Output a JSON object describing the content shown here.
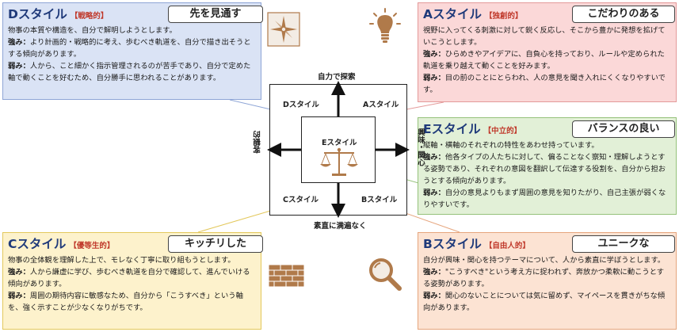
{
  "axes": {
    "top": "自力で探索",
    "bottom": "素直に満遍なく",
    "left": "客観的",
    "right": "興味・関心"
  },
  "quadrants": {
    "D": "Dスタイル",
    "A": "Aスタイル",
    "C": "Cスタイル",
    "B": "Bスタイル",
    "E": "Eスタイル"
  },
  "cards": {
    "D": {
      "letter": "D",
      "suffix": "スタイル",
      "tag": "【戦略的】",
      "keyword": "先を見通す",
      "desc": "物事の本質や構造を、自分で解明しようとします。",
      "strength_label": "強み：",
      "strength": "より計画的・戦略的に考え、歩むべき軌道を、自分で描き出そうとする傾向があります。",
      "weakness_label": "弱み：",
      "weakness": "人から、こと細かく指示管理されるのが苦手であり、自分で定めた軸で動くことを好むため、自分勝手に思われることがあります。"
    },
    "A": {
      "letter": "A",
      "suffix": "スタイル",
      "tag": "【独創的】",
      "keyword": "こだわりのある",
      "desc": "視野に入ってくる刺激に対して鋭く反応し、そこから豊かに発想を拡げていこうとします。",
      "strength_label": "強み：",
      "strength": "ひらめきやアイデアに、自負心を持っており、ルールや定められた軌道を乗り越えて動くことを好みます。",
      "weakness_label": "弱み：",
      "weakness": "目の前のことにとらわれ、人の意見を聞き入れにくくなりやすいです。"
    },
    "E": {
      "letter": "E",
      "suffix": "スタイル",
      "tag": "【中立的】",
      "keyword": "バランスの良い",
      "desc": "縦軸・横軸のそれぞれの特性をあわせ持っています。",
      "strength_label": "強み：",
      "strength": "他各タイプの人たちに対して、偏ることなく察知・理解しようとする姿勢であり、それぞれの意図を翻訳して伝達する役割を、自分から担おうとする傾向があります。",
      "weakness_label": "弱み：",
      "weakness": "自分の意見よりもまず周囲の意見を知りたがり、自己主張が弱くなりやすいです。"
    },
    "C": {
      "letter": "C",
      "suffix": "スタイル",
      "tag": "【優等生的】",
      "keyword": "キッチリした",
      "desc": "物事の全体観を理解した上で、モレなく丁寧に取り組もうとします。",
      "strength_label": "強み：",
      "strength": "人から謙虚に学び、歩むべき軌道を自分で確認して、進んでいける傾向があります。",
      "weakness_label": "弱み：",
      "weakness": "周囲の期待内容に敏感なため、自分から「こうすべき」という軸を、強く示すことが少なくなりがちです。"
    },
    "B": {
      "letter": "B",
      "suffix": "スタイル",
      "tag": "【自由人的】",
      "keyword": "ユニークな",
      "desc": "自分が興味・関心を持つテーマについて、人から素直に学ぼうとします。",
      "strength_label": "強み：",
      "strength": "\"こうすべき\"という考え方に捉われず、奔放かつ柔軟に動こうとする姿勢があります。",
      "weakness_label": "弱み：",
      "weakness": "関心のないことについては気に留めず、マイペースを貫きがちな傾向があります。"
    }
  },
  "icons": {
    "compass": "compass-icon",
    "lightbulb": "lightbulb-icon",
    "scales": "scales-icon",
    "brick": "brick-wall-icon",
    "magnifier": "magnifier-icon"
  },
  "colors": {
    "D": "#dae3f5",
    "A": "#fbd8d8",
    "E": "#e2f0d7",
    "C": "#fdf2cc",
    "B": "#fce3d3",
    "title": "#1f3a7a",
    "tag": "#c0392b",
    "icon": "#b07a4a"
  }
}
